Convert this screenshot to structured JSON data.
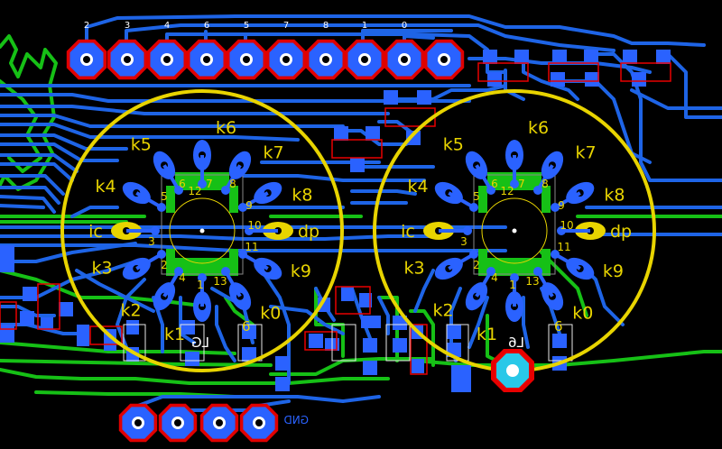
{
  "colors": {
    "background": "#000000",
    "copper_top": "#1e64e6",
    "copper_bottom": "#16c016",
    "outline": "#e8d400",
    "pad": "#2a62ff",
    "pad_ring": "#e00000",
    "silkscreen": "#e80000",
    "pad_labels": "#ffffff",
    "highlight_pad": "#28c8e8"
  },
  "header": {
    "pin_labels": [
      "2",
      "3",
      "4",
      "6",
      "5",
      "7",
      "8",
      "1",
      "0",
      ""
    ]
  },
  "tubes": [
    {
      "pin_labels": [
        "k6",
        "k7",
        "k8",
        "dp",
        "k9",
        "k0",
        "k1",
        "k2",
        "k3",
        "ic",
        "k4",
        "k5"
      ],
      "numbers": [
        "5",
        "6",
        "7",
        "8",
        "9",
        "10",
        "11",
        "13",
        "4",
        "3",
        "2",
        "1",
        "12"
      ],
      "footprint_label": "LG"
    },
    {
      "pin_labels": [
        "k6",
        "k7",
        "k8",
        "dp",
        "k9",
        "k0",
        "k1",
        "k2",
        "k3",
        "ic",
        "k4",
        "k5"
      ],
      "numbers": [
        "5",
        "6",
        "7",
        "8",
        "9",
        "10",
        "11",
        "13",
        "4",
        "3",
        "2",
        "1",
        "12"
      ],
      "footprint_label": "L6"
    }
  ],
  "extra_labels": {
    "left_six": "6",
    "right_six": "6",
    "gnd": "GND"
  }
}
